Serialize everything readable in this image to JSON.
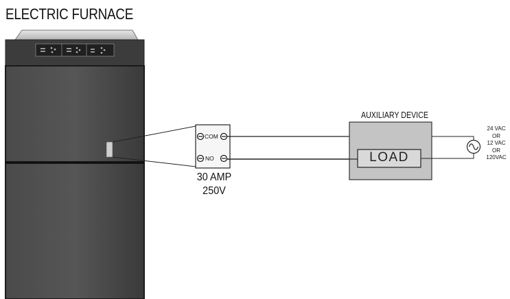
{
  "title": "ELECTRIC FURNACE",
  "relay": {
    "com_label": "COM",
    "no_label": "NO",
    "rating_amps": "30 AMP",
    "rating_volts": "250V"
  },
  "aux_device": {
    "title": "AUXILIARY DEVICE",
    "load_label": "LOAD"
  },
  "supply": {
    "line1": "24 VAC",
    "line2": "OR",
    "line3": "12 VAC",
    "line4": "OR",
    "line5": "120VAC"
  }
}
